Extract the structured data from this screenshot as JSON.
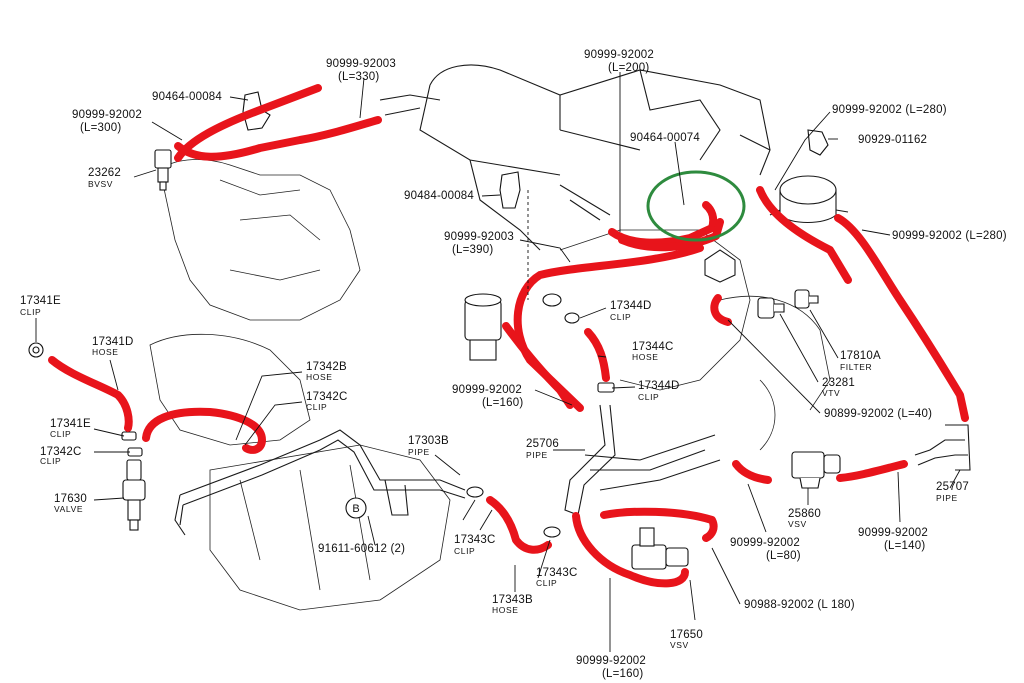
{
  "colors": {
    "hose": "#e8141b",
    "highlight": "#2e8b3e",
    "line": "#111111"
  },
  "labels": {
    "bvsv_hose": "90999-92003",
    "bvsv_hose_len": "(L=330)",
    "clamp_90464_00084": "90464-00084",
    "bvsv_hose2": "90999-92002",
    "bvsv_hose2_len": "(L=300)",
    "bvsv_num": "23262",
    "bvsv_name": "BVSV",
    "top_hose": "90999-92002",
    "top_hose_len": "(L=200)",
    "clamp_90464_00074": "90464-00074",
    "right_hose_280a": "90999-92002 (L=280)",
    "bracket_90929": "90929-01162",
    "right_hose_280b": "90999-92002 (L=280)",
    "clamp_90484": "90484-00084",
    "mid_hose": "90999-92003",
    "mid_hose_len": "(L=390)",
    "clip_17341e_top": "17341E",
    "clip_word_1": "CLIP",
    "hose_17341d": "17341D",
    "hose_word_1": "HOSE",
    "clip_17344d_a": "17344D",
    "clip_word_2": "CLIP",
    "hose_17344c": "17344C",
    "hose_word_2": "HOSE",
    "filter_num": "17810A",
    "filter_name": "FILTER",
    "vtv_num": "23281",
    "vtv_name": "VTV",
    "hose_17342b": "17342B",
    "hose_word_3": "HOSE",
    "clip_17342c_a": "17342C",
    "clip_word_3": "CLIP",
    "hose_160a": "90999-92002",
    "hose_160a_len": "(L=160)",
    "clip_17344d_b": "17344D",
    "clip_word_4": "CLIP",
    "hose_40": "90899-92002 (L=40)",
    "clip_17341e_low": "17341E",
    "clip_word_5": "CLIP",
    "clip_17342c_b": "17342C",
    "clip_word_6": "CLIP",
    "pipe_17303b": "17303B",
    "pipe_word_1": "PIPE",
    "pipe_25706": "25706",
    "pipe_word_2": "PIPE",
    "pipe_25707": "25707",
    "pipe_word_3": "PIPE",
    "valve_17630": "17630",
    "valve_word": "VALVE",
    "vsv_25860": "25860",
    "vsv_word_1": "VSV",
    "hose_80": "90999-92002",
    "hose_80_len": "(L=80)",
    "hose_140": "90999-92002",
    "hose_140_len": "(L=140)",
    "bolt_ref": "91611-60612 (2)",
    "callout_b": "B",
    "clip_17343c_a": "17343C",
    "clip_word_7": "CLIP",
    "clip_17343c_b": "17343C",
    "clip_word_8": "CLIP",
    "hose_17343b": "17343B",
    "hose_word_4": "HOSE",
    "hose_180": "90988-92002 (L  180)",
    "vsv_17650": "17650",
    "vsv_word_2": "VSV",
    "hose_160b": "90999-92002",
    "hose_160b_len": "(L=160)"
  }
}
